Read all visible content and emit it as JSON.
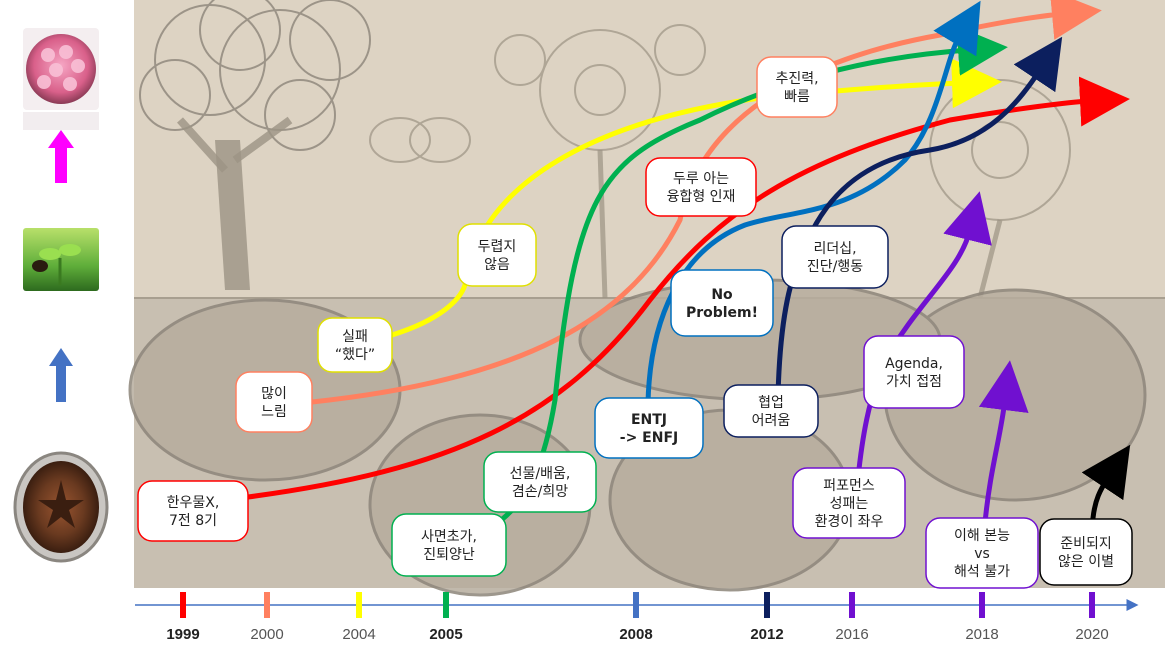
{
  "side_images": [
    {
      "name": "rose-bouquet-image",
      "color": "#d9608a"
    },
    {
      "name": "sprout-image",
      "color": "#5fae3a"
    },
    {
      "name": "star-anise-image",
      "color": "#6a3a20"
    }
  ],
  "side_arrows": [
    {
      "name": "magenta-up-arrow",
      "color": "#ff00ff"
    },
    {
      "name": "blue-up-arrow",
      "color": "#4472c4"
    }
  ],
  "colors": {
    "red": "#ff0000",
    "salmon": "#ff8060",
    "yellow": "#ffff00",
    "green": "#00b050",
    "blue": "#0070c0",
    "navy": "#0c1f5e",
    "purple": "#7010d0",
    "black": "#000000",
    "axis": "#4472c4"
  },
  "labels": [
    {
      "id": "hanumul",
      "lines": [
        "한우물X,",
        "7전 8기"
      ],
      "border": "#ff0000"
    },
    {
      "id": "many-slow",
      "lines": [
        "많이",
        "느림"
      ],
      "border": "#ff8060"
    },
    {
      "id": "failed",
      "lines": [
        "실패",
        "“했다”"
      ],
      "border": "#e0e000"
    },
    {
      "id": "not-afraid",
      "lines": [
        "두렵지",
        "않음"
      ],
      "border": "#e0e000"
    },
    {
      "id": "besieged",
      "lines": [
        "사면초가,",
        "진퇴양난"
      ],
      "border": "#00b050"
    },
    {
      "id": "gift-learning",
      "lines": [
        "선물/배움,",
        "겸손/희망"
      ],
      "border": "#00b050"
    },
    {
      "id": "drive-fast",
      "lines": [
        "추진력,",
        "빠름"
      ],
      "border": "#ff8060"
    },
    {
      "id": "convergence-talent",
      "lines": [
        "두루 아는",
        "융합형 인재"
      ],
      "border": "#ff0000"
    },
    {
      "id": "no-problem",
      "lines": [
        "No",
        "Problem!"
      ],
      "border": "#0070c0"
    },
    {
      "id": "entj-enfj",
      "lines": [
        "ENTJ",
        "-> ENFJ"
      ],
      "border": "#0070c0"
    },
    {
      "id": "leadership",
      "lines": [
        "리더십,",
        "진단/행동"
      ],
      "border": "#0c1f5e"
    },
    {
      "id": "cooperation-hard",
      "lines": [
        "협업",
        "어려움"
      ],
      "border": "#0c1f5e"
    },
    {
      "id": "agenda",
      "lines": [
        "Agenda,",
        "가치 접점"
      ],
      "border": "#7010d0"
    },
    {
      "id": "performance",
      "lines": [
        "퍼포먼스",
        "성패는",
        "환경이 좌우"
      ],
      "border": "#7010d0"
    },
    {
      "id": "understanding",
      "lines": [
        "이해 본능",
        "vs",
        "해석 불가"
      ],
      "border": "#7010d0"
    },
    {
      "id": "unprepared-farewell",
      "lines": [
        "준비되지",
        "않은 이별"
      ],
      "border": "#000000"
    }
  ],
  "timeline": [
    {
      "year": "1999",
      "color": "#ff0000",
      "bold": true
    },
    {
      "year": "2000",
      "color": "#ff8060",
      "bold": false
    },
    {
      "year": "2004",
      "color": "#ffff00",
      "bold": false
    },
    {
      "year": "2005",
      "color": "#00b050",
      "bold": true
    },
    {
      "year": "2008",
      "color": "#4472c4",
      "bold": true
    },
    {
      "year": "2012",
      "color": "#0c1f5e",
      "bold": true
    },
    {
      "year": "2016",
      "color": "#7010d0",
      "bold": false
    },
    {
      "year": "2018",
      "color": "#7010d0",
      "bold": false
    },
    {
      "year": "2020",
      "color": "#7010d0",
      "bold": false
    }
  ]
}
